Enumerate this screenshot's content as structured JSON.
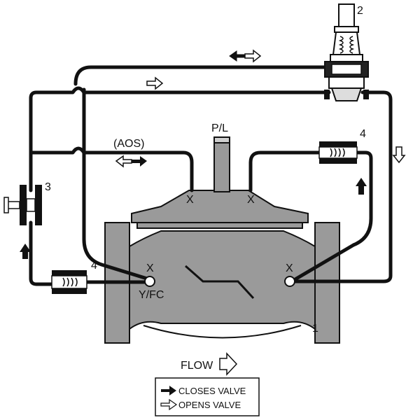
{
  "labels": {
    "pl": "P/L",
    "aos": "(AOS)",
    "yfc": "Y/FC",
    "x": "X",
    "n1": "1",
    "n2": "2",
    "n3": "3",
    "n4": "4",
    "flow": "FLOW"
  },
  "legend": {
    "closes": "CLOSES VALVE",
    "opens": "OPENS VALVE"
  },
  "colors": {
    "valve_body": "#9a9a9a",
    "line": "#111111"
  }
}
